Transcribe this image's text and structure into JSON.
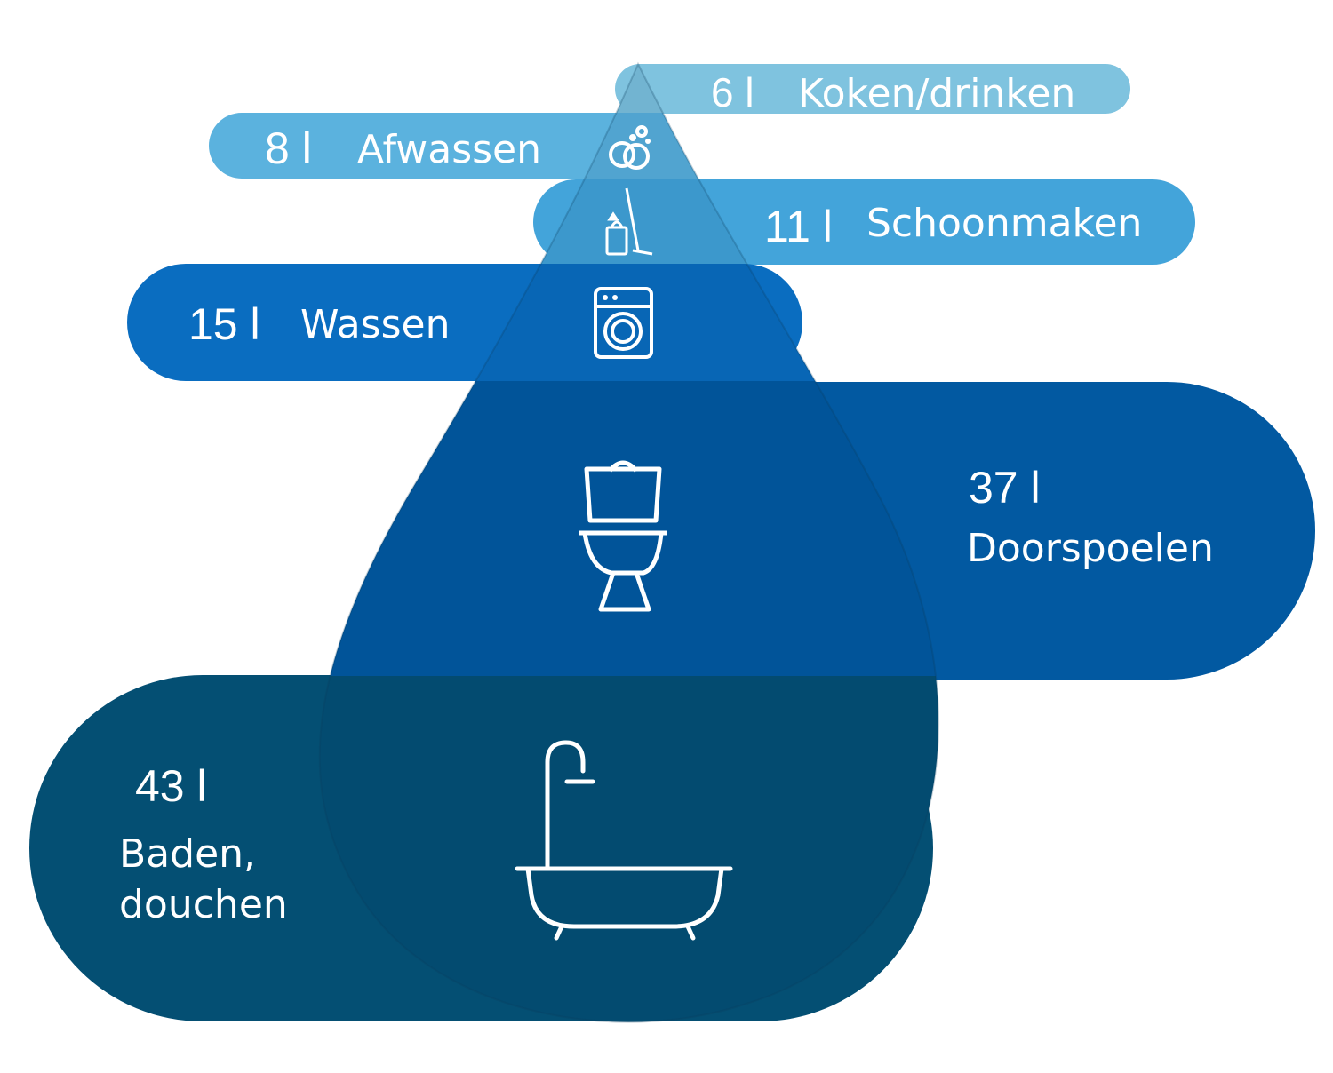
{
  "diagram": {
    "segments": [
      {
        "id": "koken",
        "amount": "6 l",
        "label": "Koken/drinken",
        "icon": "tap-icon",
        "color": "#7FC3DF"
      },
      {
        "id": "afwassen",
        "amount": "8 l",
        "label": "Afwassen",
        "icon": "dishes-icon",
        "color": "#5BB2DE"
      },
      {
        "id": "schoonmaken",
        "amount": "11 l",
        "label": "Schoonmaken",
        "icon": "cleaning-icon",
        "color": "#43A4DA"
      },
      {
        "id": "wassen",
        "amount": "15 l",
        "label": "Wassen",
        "icon": "washing-machine-icon",
        "color": "#0A6DC0"
      },
      {
        "id": "doorspoelen",
        "amount": "37 l",
        "label": "Doorspoelen",
        "icon": "toilet-icon",
        "color": "#0259A1"
      },
      {
        "id": "baden",
        "amount": "43 l",
        "label_lines": [
          "Baden,",
          "douchen"
        ],
        "icon": "bathtub-shower-icon",
        "color": "#044F73"
      }
    ]
  }
}
